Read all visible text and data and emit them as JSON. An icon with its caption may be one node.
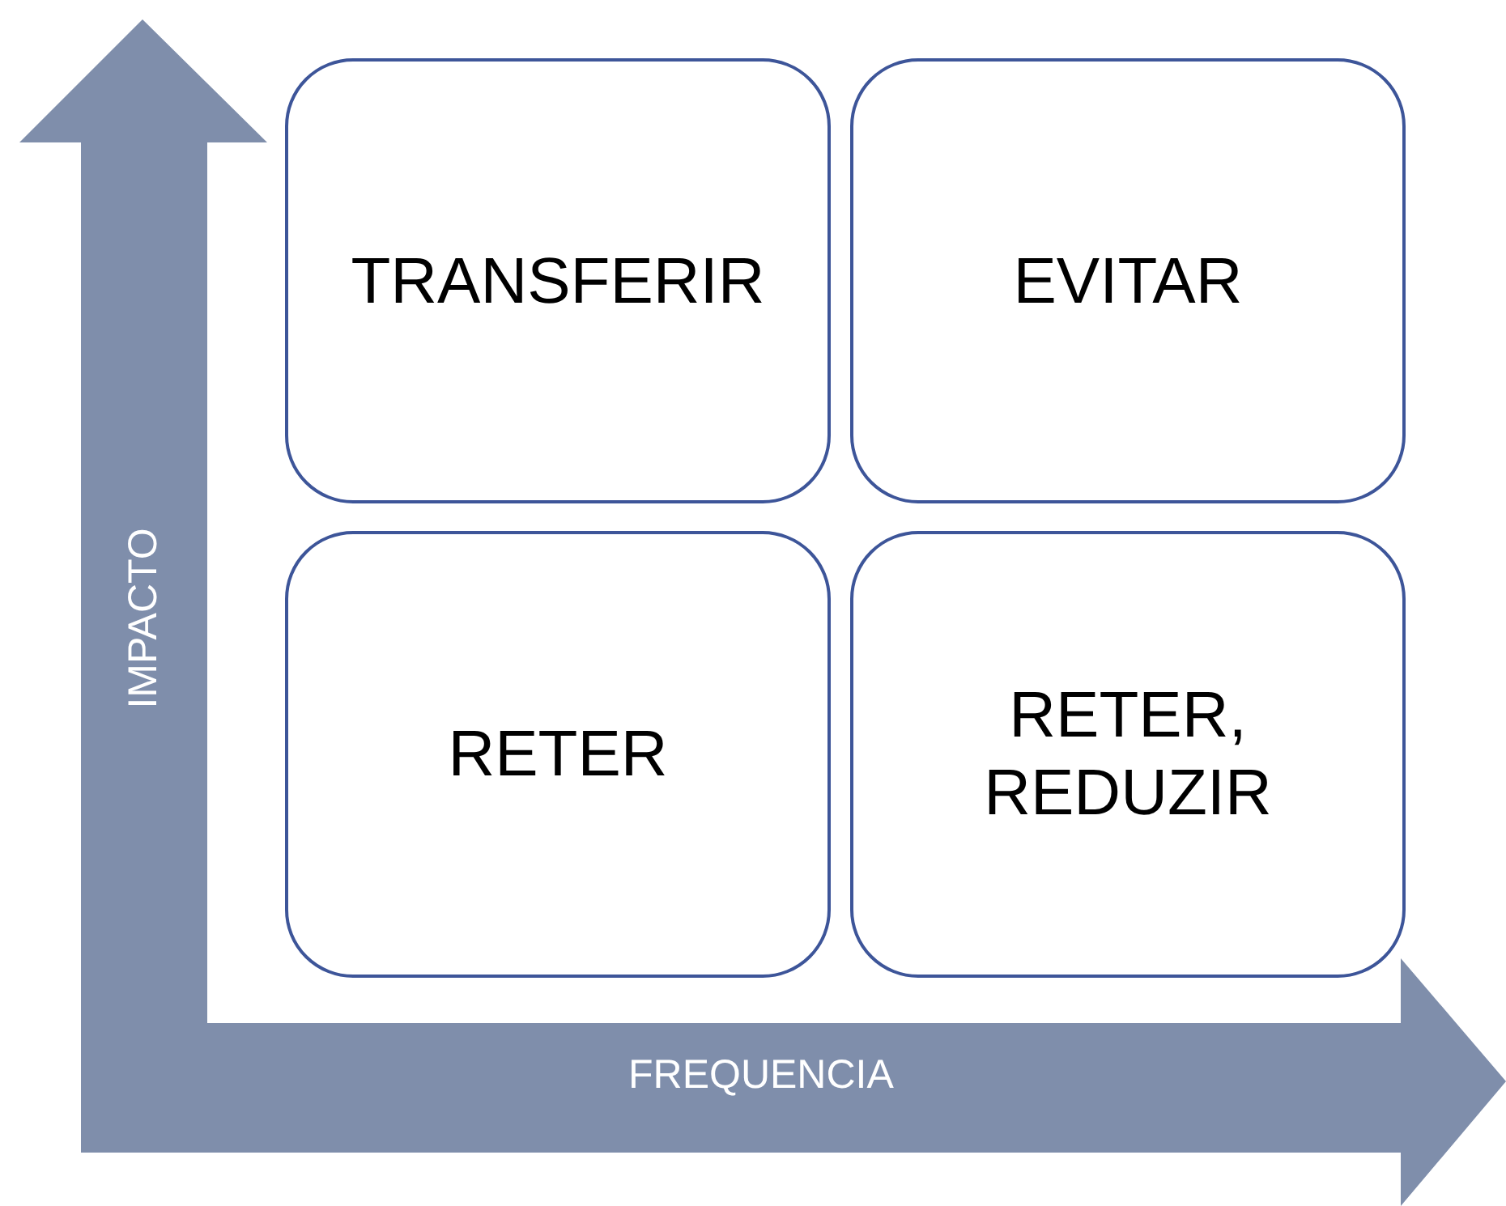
{
  "diagram": {
    "nodes": [
      {
        "text": [
          "TRANSFERIR"
        ]
      },
      {
        "text": [
          "EVITAR"
        ]
      },
      {
        "text": [
          "RETER"
        ]
      },
      {
        "text": [
          "RETER, REDUZIR"
        ]
      }
    ],
    "labels": [
      "IMPACTO",
      "FREQUENCIA"
    ]
  }
}
